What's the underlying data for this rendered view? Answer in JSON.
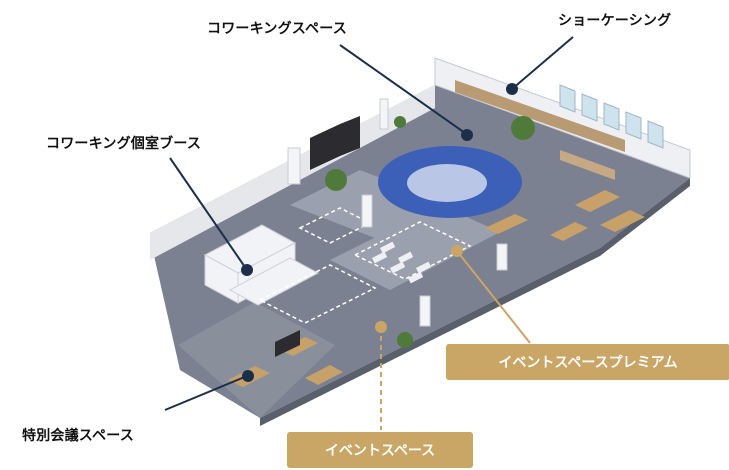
{
  "labels": {
    "coworking_space": "コワーキングスペース",
    "showcasing": "ショーケーシング",
    "coworking_private_booth": "コワーキング個室ブース",
    "special_meeting_space": "特別会議スペース",
    "event_space_premium": "イベントスペースプレミアム",
    "event_space": "イベントスペース"
  },
  "colors": {
    "navy": "#1c2f4a",
    "gold": "#c9a566",
    "floor": "#7b8191",
    "floor_light": "#9aa0ad",
    "blue_rug": "#3c5fb8",
    "wall": "#e9eaee"
  }
}
